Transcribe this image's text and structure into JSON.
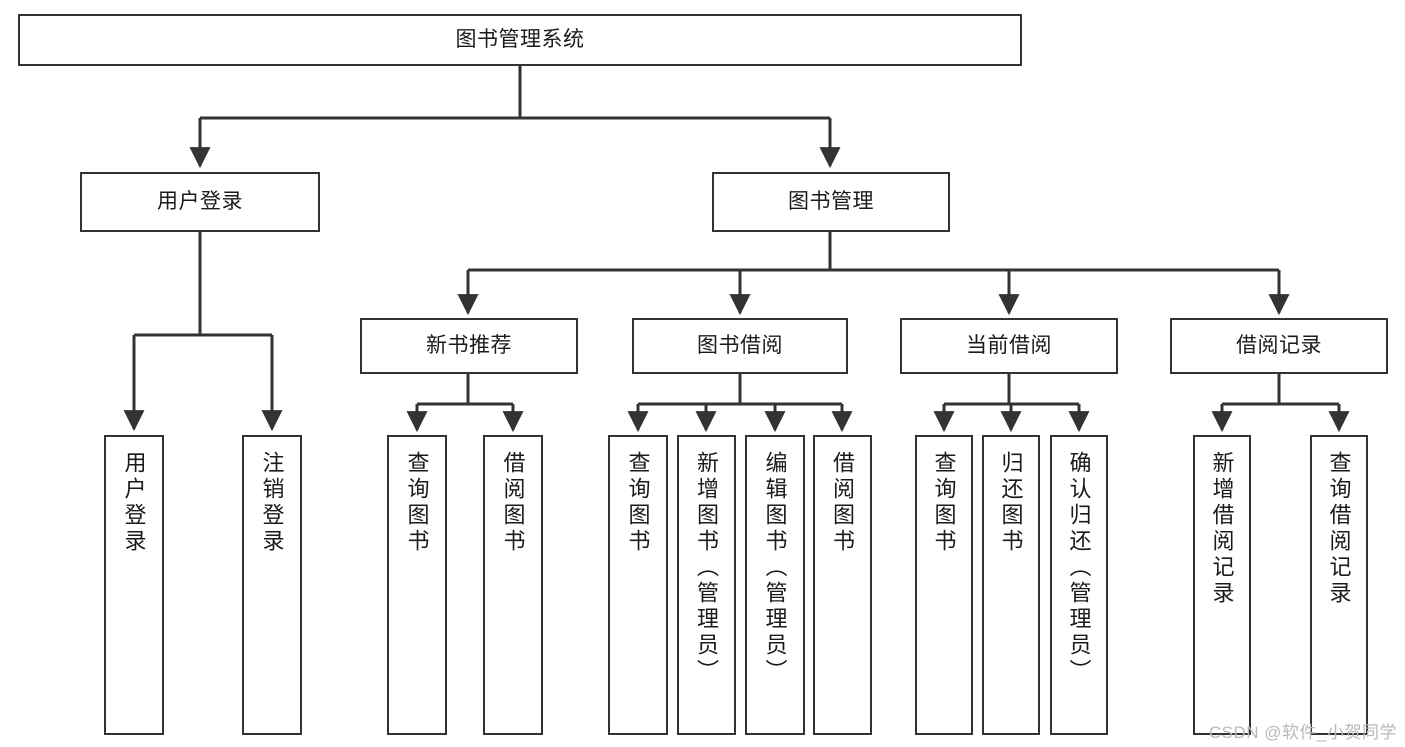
{
  "diagram": {
    "title": "图书管理系统",
    "type": "hierarchy-tree",
    "watermark": "CSDN @软件_小贺同学",
    "colors": {
      "box_border": "#333333",
      "box_fill": "#ffffff",
      "edge": "#333333",
      "text": "#1b1b1b",
      "watermark": "#b9b9b9"
    },
    "levels": {
      "root": {
        "label": "图书管理系统"
      },
      "level1": [
        {
          "label": "用户登录"
        },
        {
          "label": "图书管理"
        }
      ],
      "level2": [
        {
          "label": "新书推荐"
        },
        {
          "label": "图书借阅"
        },
        {
          "label": "当前借阅"
        },
        {
          "label": "借阅记录"
        }
      ],
      "leaves": {
        "user_login": [
          {
            "label": "用户登录"
          },
          {
            "label": "注销登录"
          }
        ],
        "new_book_recommend": [
          {
            "label": "查询图书"
          },
          {
            "label": "借阅图书"
          }
        ],
        "book_borrow": [
          {
            "label": "查询图书"
          },
          {
            "label": "新增图书（管理员）"
          },
          {
            "label": "编辑图书（管理员）"
          },
          {
            "label": "借阅图书"
          }
        ],
        "current_borrow": [
          {
            "label": "查询图书"
          },
          {
            "label": "归还图书"
          },
          {
            "label": "确认归还（管理员）"
          }
        ],
        "borrow_records": [
          {
            "label": "新增借阅记录"
          },
          {
            "label": "查询借阅记录"
          }
        ]
      }
    }
  }
}
